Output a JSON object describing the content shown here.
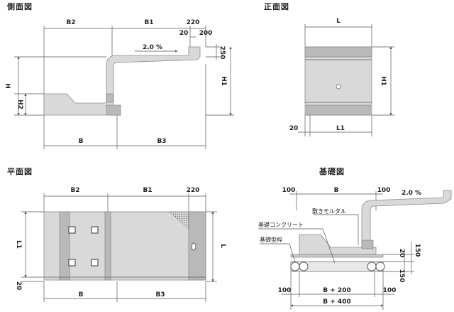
{
  "titles": {
    "side": "側面図",
    "front": "正面図",
    "plan": "平面図",
    "foundation": "基礎図"
  },
  "side": {
    "B2": "B2",
    "B1": "B1",
    "w220": "220",
    "w20": "20",
    "w200": "200",
    "slope": "2.0 %",
    "h250": "250",
    "H": "H",
    "H2": "H2",
    "H1": "H1",
    "B": "B",
    "B3": "B3"
  },
  "front": {
    "L": "L",
    "H1": "H1",
    "w20": "20",
    "L1": "L1"
  },
  "plan": {
    "B2": "B2",
    "B1": "B1",
    "w220": "220",
    "L1": "L1",
    "L": "L",
    "w20": "20",
    "B": "B",
    "B3": "B3"
  },
  "foundation": {
    "w100a": "100",
    "B": "B",
    "w100b": "100",
    "slope": "2.0 %",
    "mortar": "敷きモルタル",
    "concrete": "基礎コンクリート",
    "form": "基礎型枠",
    "h20": "20",
    "h150a": "150",
    "h150b": "150",
    "w100c": "100",
    "B200": "B + 200",
    "w100d": "100",
    "B400": "B + 400"
  }
}
